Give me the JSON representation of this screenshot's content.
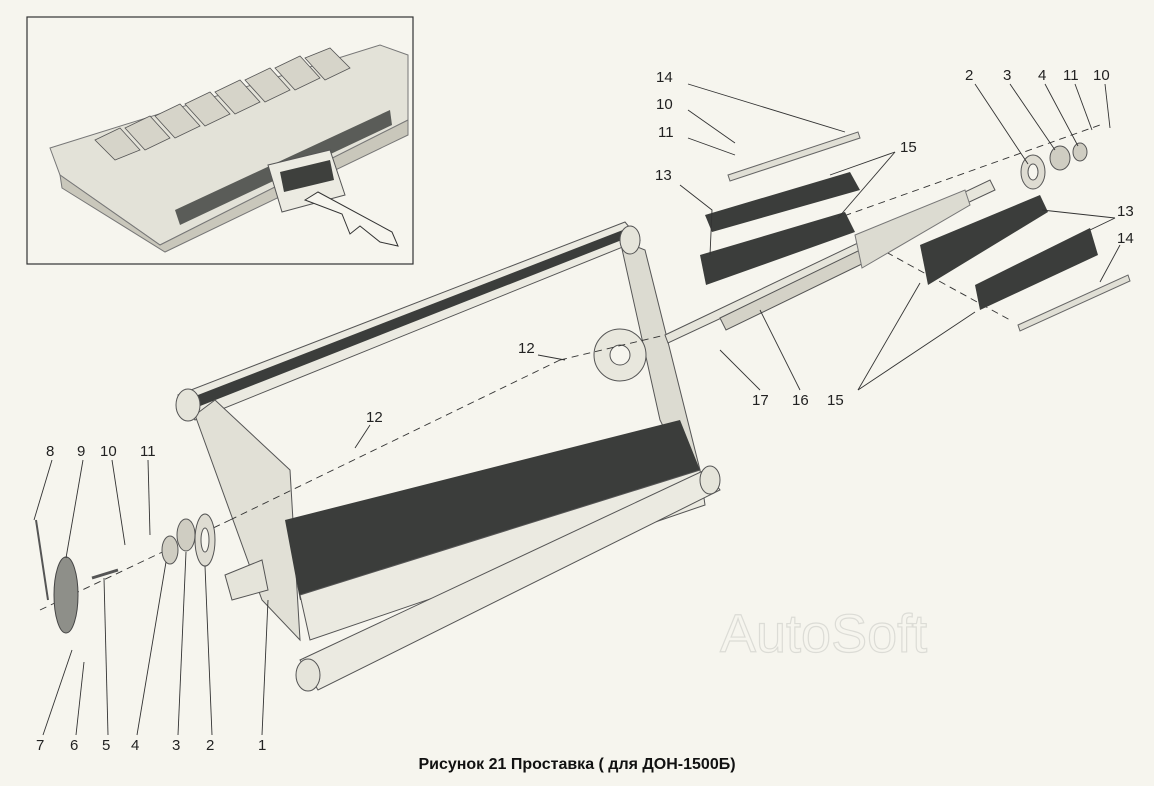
{
  "caption": "Рисунок 21 Проставка ( для ДОН-1500Б)",
  "watermark": "AutoSoft",
  "callouts": {
    "c14a": "14",
    "c10a": "10",
    "c11a": "11",
    "c13a": "13",
    "c15a": "15",
    "c2r": "2",
    "c3r": "3",
    "c4r": "4",
    "c11r": "11",
    "c10r": "10",
    "c13b": "13",
    "c14b": "14",
    "c17": "17",
    "c16": "16",
    "c15b": "15",
    "c12a": "12",
    "c12b": "12",
    "c8": "8",
    "c9": "9",
    "c10l": "10",
    "c11l": "11",
    "c7": "7",
    "c6": "6",
    "c5": "5",
    "c4l": "4",
    "c3l": "3",
    "c2l": "2",
    "c1": "1"
  },
  "colors": {
    "background": "#f6f5ee",
    "frame": "#e9e8df",
    "frame_dark": "#cfcdc2",
    "plate": "#3b3d3b",
    "line": "#333333"
  }
}
